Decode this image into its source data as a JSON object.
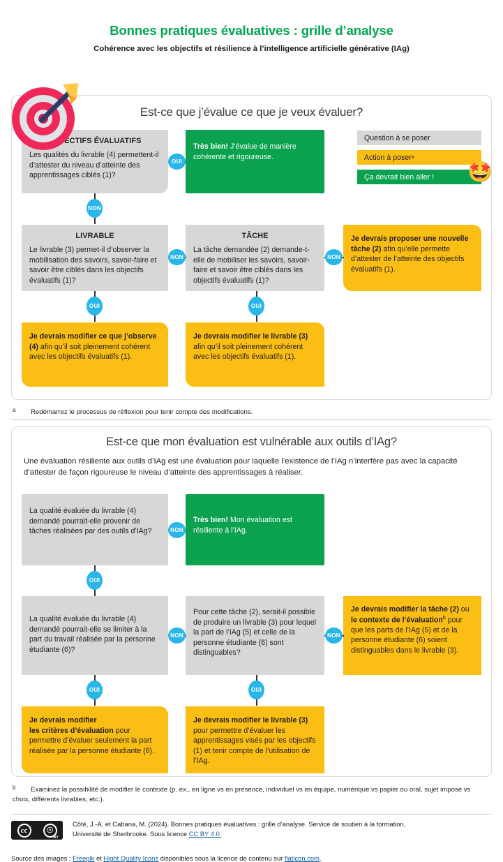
{
  "header": {
    "title": "Bonnes pratiques évaluatives : grille d’analyse",
    "subtitle": "Cohérence avec les objectifs et résilience à l’intelligence artificielle générative (IAg)"
  },
  "section1": {
    "title": "Est-ce que j’évalue ce que je veux évaluer?",
    "legend": {
      "question": "Question à se poser",
      "action": "Action à poser",
      "action_sup": "a",
      "ok": "Ça devrait bien aller !",
      "emoji": "star-struck-emoji"
    },
    "boxes": {
      "objectifs_head": "OBJECTIFS ÉVALUATIFS",
      "objectifs_body": "Les qualités du livrable (4) permettent-il d’attester du niveau d’atteinte des apprentissages ciblés (1)?",
      "tres_bien_strong": "Très bien!",
      "tres_bien_rest": " J’évalue de manière cohérente et rigoureuse.",
      "livrable_head": "LIVRABLE",
      "livrable_body": "Le livrable (3) permet-il d’observer la mobilisation des savoirs, savoir-faire et savoir être ciblés dans les objectifs évaluatifs (1)?",
      "tache_head": "TÂCHE",
      "tache_body": "La tâche demandée (2) demande-t-elle de mobiliser les savoirs, savoir-faire et savoir être ciblés dans les objectifs évaluatifs (1)?",
      "nouvelle_tache_strong": "Je devrais proposer une nouvelle tâche (2)",
      "nouvelle_tache_rest": " afin qu’elle permette d’attester de l’atteinte des objectifs évaluatifs (1).",
      "modif_observe_strong": "Je devrais modifier ce que j’observe (4)",
      "modif_observe_rest": " afin qu’il soit pleinement cohérent avec les objectifs évaluatifs (1).",
      "modif_livrable_strong": "Je devrais modifier le livrable (3)",
      "modif_livrable_rest": " afin qu’il soit pleinement cohérent avec les objectifs évaluatifs (1)."
    },
    "connectors": {
      "oui": "OUI",
      "non": "NON"
    },
    "footnote": {
      "mark": "a",
      "text": "Redémarrez le processus de réflexion pour tenir compte des modifications."
    }
  },
  "section2": {
    "title": "Est-ce que mon évaluation est vulnérable aux outils d’IAg?",
    "intro": "Une évaluation résiliente aux outils d’IAg est une évaluation pour laquelle l’existence de l’IAg n’interfère pas avec la capacité d’attester de façon rigoureuse le niveau d’atteinte des apprentissages à réaliser.",
    "boxes": {
      "q1_body": "La qualité évaluée du livrable (4) demandé pourrait-elle provenir de tâches réalisées par des outils d’IAg?",
      "tres_bien_strong": "Très bien!",
      "tres_bien_rest": "  Mon évaluation est résiliente à l’IAg.",
      "q2_body": "La qualité évaluée du livrable (4) demandé pourrait-elle se limiter à la part du travail réalisée par la personne étudiante (6)?",
      "q3_body": "Pour cette tâche (2), serait-il possible de produire un livrable (3) pour lequel la part de l’IAg (5) et celle de la personne étudiante (6) sont distinguables?",
      "modif_tache_a": "Je devrais modifier la tâche (2)",
      "modif_tache_b": " ou ",
      "modif_tache_c": "le contexte de l’évaluation",
      "modif_tache_sup": "b",
      "modif_tache_d": " pour que les parts de l’IAg (5) et de la personne étudiante (6) soient distinguables dans le livrable (3).",
      "modif_criteres_a": "Je devrais modifier",
      "modif_criteres_b": "les critères d’évaluation",
      "modif_criteres_c": " pour permettre d’évaluer seulement la part réalisée par la personne étudiante (6).",
      "modif_livrable_strong": "Je devrais modifier le livrable (3)",
      "modif_livrable_rest": " pour permettre d’évaluer les apprentissages visés par les objectifs (1) et tenir compte de l’utilisation de l’IAg."
    },
    "connectors": {
      "oui": "OUI",
      "non": "NON"
    },
    "footnote": {
      "mark": "b",
      "text": "Examinez la possibilité de modifier le contexte (p. ex., en ligne vs en présence, individuel vs en équipe, numérique vs papier ou oral, sujet imposé vs choix, différents livrables, etc.)."
    }
  },
  "credits": {
    "cc_glyph": "cc",
    "by_glyph": "by",
    "cc_label": "BY",
    "citation_1": "Côté, J.-A. et Cabana, M. (2024). Bonnes pratiques évaluatives : grille d’analyse. Service de soutien à la formation,",
    "citation_2": "Université de Sherbrooke. Sous licence ",
    "licence_link": "CC BY 4.0.",
    "source_prefix": "Source des images : ",
    "source_link_1": "Freepik",
    "source_mid": " et ",
    "source_link_2": "Hight Quality Icons",
    "source_mid2": " disponibles sous la licence de contenu sur ",
    "source_link_3": "flaticon.com",
    "source_end": "."
  },
  "colors": {
    "green": "#0aa24e",
    "yellow": "#fbbe14",
    "grey": "#d7d7d7",
    "blue": "#29b6ea",
    "title_green": "#00a650"
  }
}
